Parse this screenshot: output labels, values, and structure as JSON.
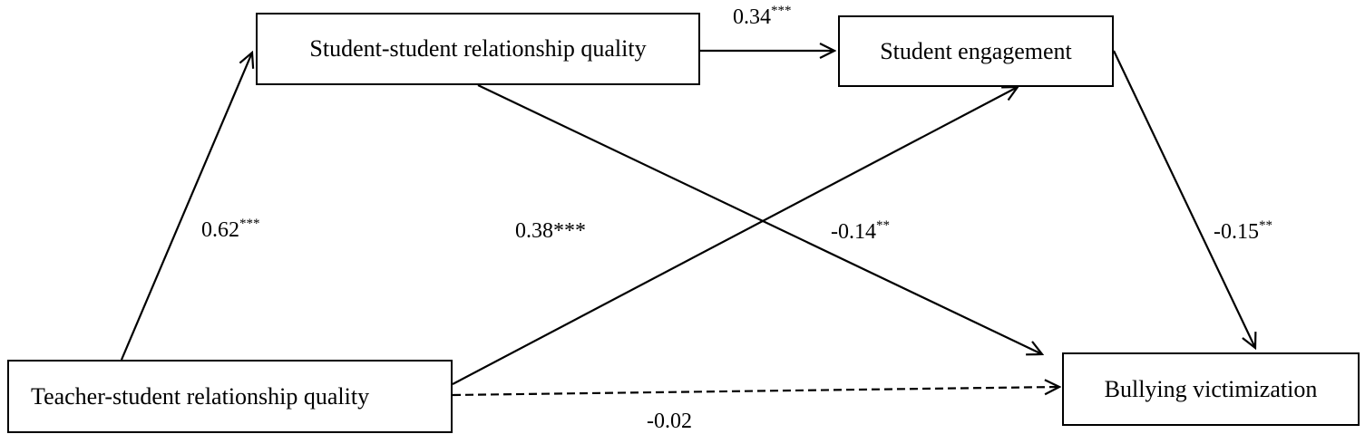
{
  "nodes": {
    "ssrq": "Student-student relationship quality",
    "se": "Student engagement",
    "tsrq": "Teacher-student relationship quality",
    "bv": "Bullying victimization"
  },
  "paths": {
    "ssrq_to_se": {
      "value": "0.34",
      "sig": "***"
    },
    "tsrq_to_ssrq": {
      "value": "0.62",
      "sig": "***"
    },
    "tsrq_to_se": {
      "value": "0.38***",
      "sig": ""
    },
    "ssrq_to_bv": {
      "value": "-0.14",
      "sig": "**"
    },
    "se_to_bv": {
      "value": "-0.15",
      "sig": "**"
    },
    "tsrq_to_bv": {
      "value": "-0.02",
      "sig": ""
    }
  }
}
